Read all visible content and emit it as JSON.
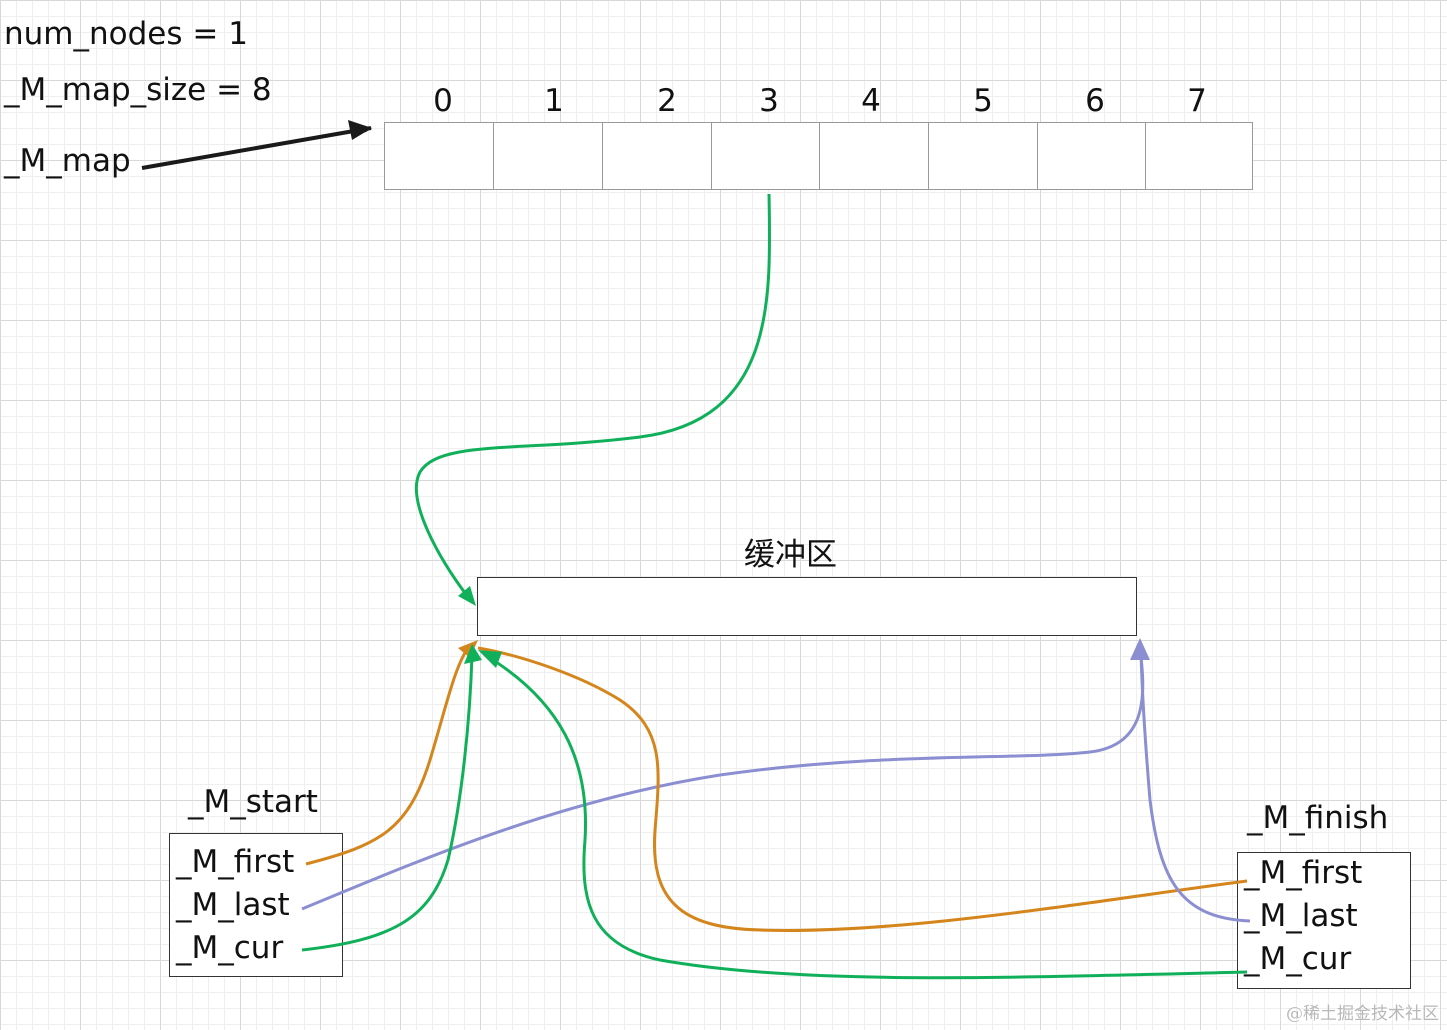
{
  "header": {
    "num_nodes": "num_nodes = 1",
    "map_size": "_M_map_size = 8",
    "map_label": "_M_map"
  },
  "map_indices": [
    "0",
    "1",
    "2",
    "3",
    "4",
    "5",
    "6",
    "7"
  ],
  "buffer": {
    "label": "缓冲区"
  },
  "start": {
    "title": "_M_start",
    "fields": [
      "_M_first",
      "_M_last",
      "_M_cur"
    ]
  },
  "finish": {
    "title": "_M_finish",
    "fields": [
      "_M_first",
      "_M_last",
      "_M_cur"
    ]
  },
  "colors": {
    "map_pointer": "#1a1a1a",
    "first": "#d4861c",
    "last": "#8b8fd1",
    "cur": "#10b05a"
  },
  "watermark": "@稀土掘金技术社区"
}
